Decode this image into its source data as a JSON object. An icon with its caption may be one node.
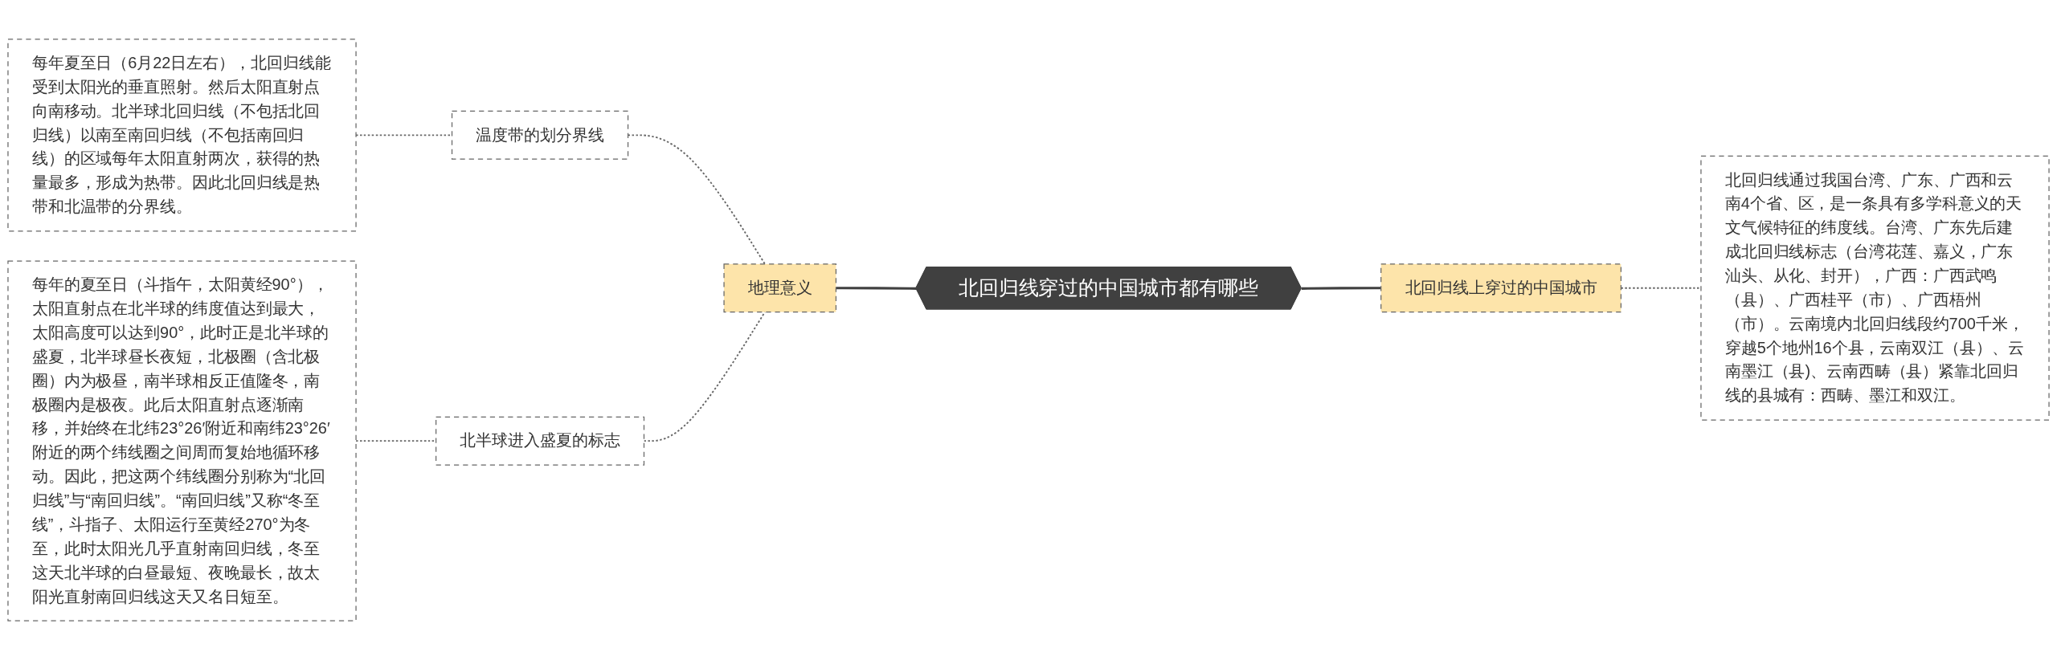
{
  "diagram": {
    "nodes": [
      {
        "text": [
          "北回归线穿过的中国城市都有哪些"
        ]
      },
      {
        "text": [
          "地理意义"
        ]
      },
      {
        "text": [
          "温度带的划分界线"
        ]
      },
      {
        "text": [
          "每年夏至日（6月22日左右），北回归线能受到太阳光的垂直照射。然后太阳直射点向南移动。北半球北回归线（不包括北回归线）以南至南回归线（不包括南回归线）的区域每年太阳直射两次，获得的热量最多，形成为热带。因此北回归线是热带和北温带的分界线。"
        ]
      },
      {
        "text": [
          "北半球进入盛夏的标志"
        ]
      },
      {
        "text": [
          "每年的夏至日（斗指午，太阳黄经90°），太阳直射点在北半球的纬度值达到最大，太阳高度可以达到90°，此时正是北半球的盛夏，北半球昼长夜短，北极圈（含北极圈）内为极昼，南半球相反正值隆冬，南极圈内是极夜。此后太阳直射点逐渐南移，并始终在北纬23°26′附近和南纬23°26′附近的两个纬线圈之间周而复始地循环移动。因此，把这两个纬线圈分别称为“北回归线”与“南回归线”。“南回归线”又称“冬至线”，斗指子、太阳运行至黄经270°为冬至，此时太阳光几乎直射南回归线，冬至这天北半球的白昼最短、夜晚最长，故太阳光直射南回归线这天又名日短至。"
        ]
      },
      {
        "text": [
          "北回归线上穿过的中国城市"
        ]
      },
      {
        "text": [
          "北回归线通过我国台湾、广东、广西和云南4个省、区，是一条具有多学科意义的天文气候特征的纬度线。台湾、广东先后建成北回归线标志（台湾花莲、嘉义，广东汕头、从化、封开），广西：广西武鸣（县）、广西桂平（市）、广西梧州（市）。云南境内北回归线段约700千米，穿越5个地州16个县，云南双江（县）、云南墨江（县)、云南西畴（县）紧靠北回归线的县城有：西畴、墨江和双江。"
        ]
      }
    ],
    "edges": [
      {
        "from": 1,
        "to": 0,
        "arrow": "none"
      },
      {
        "from": 2,
        "to": 1,
        "arrow": "none",
        "style": "dashed"
      },
      {
        "from": 3,
        "to": 2,
        "arrow": "none",
        "style": "dashed"
      },
      {
        "from": 4,
        "to": 1,
        "arrow": "none",
        "style": "dashed"
      },
      {
        "from": 5,
        "to": 4,
        "arrow": "none",
        "style": "dashed"
      },
      {
        "from": 0,
        "to": 6,
        "arrow": "none"
      },
      {
        "from": 6,
        "to": 7,
        "arrow": "none",
        "style": "dashed"
      }
    ]
  }
}
